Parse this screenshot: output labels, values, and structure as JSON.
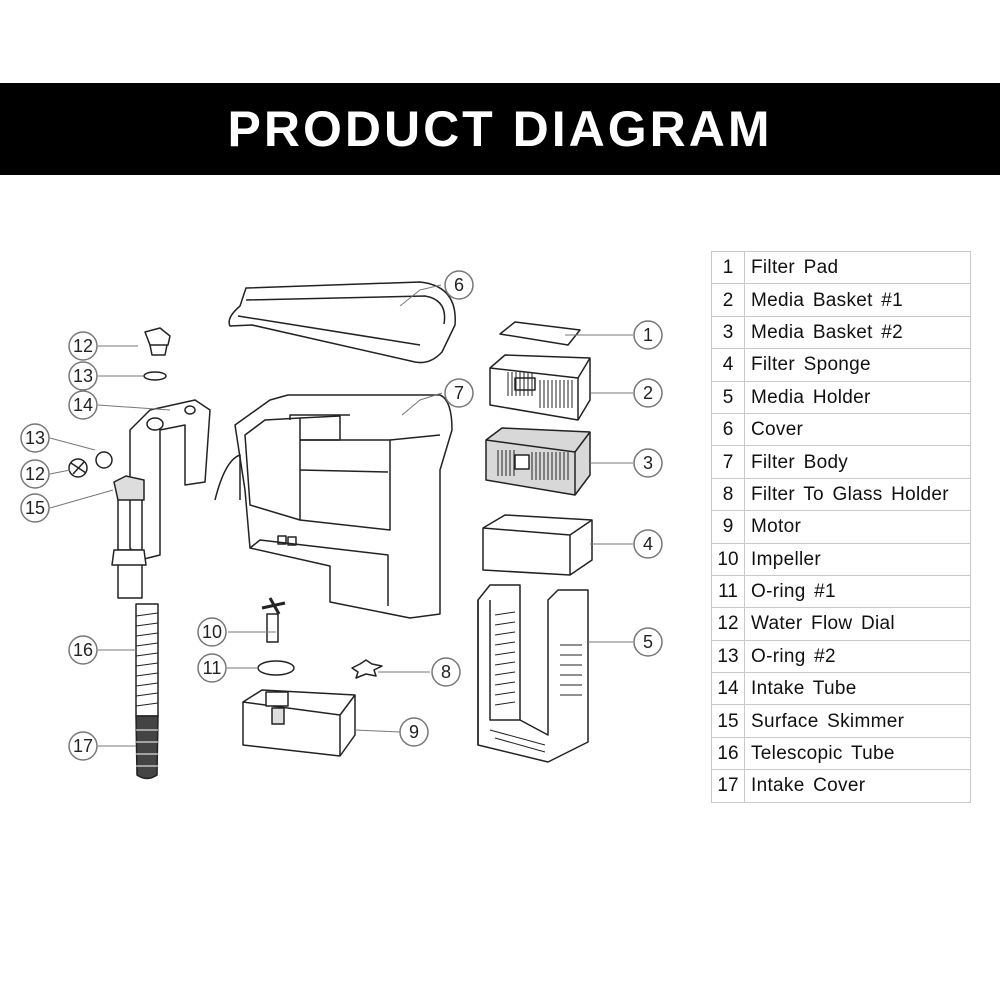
{
  "header": {
    "title": "PRODUCT DIAGRAM",
    "background": "#000000",
    "color": "#ffffff"
  },
  "parts": [
    {
      "number": "1",
      "name": "Filter Pad"
    },
    {
      "number": "2",
      "name": "Media Basket #1"
    },
    {
      "number": "3",
      "name": "Media Basket #2"
    },
    {
      "number": "4",
      "name": "Filter Sponge"
    },
    {
      "number": "5",
      "name": "Media Holder"
    },
    {
      "number": "6",
      "name": "Cover"
    },
    {
      "number": "7",
      "name": "Filter Body"
    },
    {
      "number": "8",
      "name": "Filter To Glass Holder"
    },
    {
      "number": "9",
      "name": "Motor"
    },
    {
      "number": "10",
      "name": "Impeller"
    },
    {
      "number": "11",
      "name": "O-ring #1"
    },
    {
      "number": "12",
      "name": "Water Flow Dial"
    },
    {
      "number": "13",
      "name": "O-ring #2"
    },
    {
      "number": "14",
      "name": "Intake Tube"
    },
    {
      "number": "15",
      "name": "Surface Skimmer"
    },
    {
      "number": "16",
      "name": "Telescopic Tube"
    },
    {
      "number": "17",
      "name": "Intake Cover"
    }
  ],
  "callouts": {
    "c1": "1",
    "c2": "2",
    "c3": "3",
    "c4": "4",
    "c5": "5",
    "c6": "6",
    "c7": "7",
    "c8": "8",
    "c9": "9",
    "c10": "10",
    "c11": "11",
    "c12a": "12",
    "c12b": "12",
    "c13a": "13",
    "c13b": "13",
    "c14": "14",
    "c15": "15",
    "c16": "16",
    "c17": "17"
  }
}
